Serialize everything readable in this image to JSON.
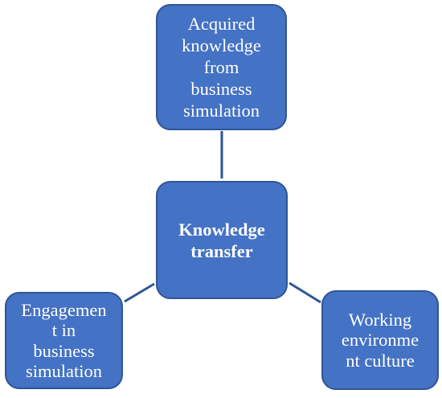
{
  "diagram": {
    "center": {
      "lines": [
        "Knowledge",
        "transfer"
      ]
    },
    "top": {
      "lines": [
        "Acquired",
        "knowledge",
        "from",
        "business",
        "simulation"
      ]
    },
    "left": {
      "lines": [
        "Engagemen",
        "t in",
        "business",
        "simulation"
      ]
    },
    "right": {
      "lines": [
        "Working",
        "environme",
        "nt culture"
      ]
    }
  },
  "colors": {
    "node_fill": "#4472c4",
    "node_border": "#2f5597",
    "connector": "#2f5597",
    "text": "#ffffff"
  }
}
